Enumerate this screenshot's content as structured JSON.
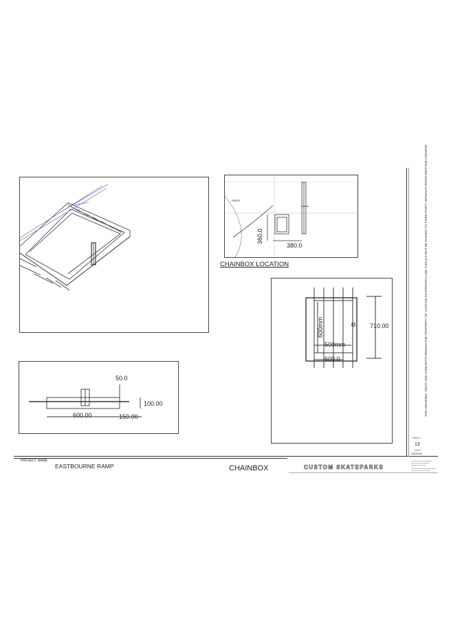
{
  "section_title": "CHAINBOX LOCATION",
  "arc_label": "R5000",
  "location_dims": {
    "height": "360.0",
    "width": "380.0"
  },
  "plan_dims": {
    "height": "710.00",
    "inner_height": "600mm",
    "inner_width": "500mm",
    "outer_width": "600.0"
  },
  "section_dims": {
    "top": "50.0",
    "depth": "100.00",
    "width": "600.00",
    "edge": "150.00"
  },
  "title_block": {
    "project_label": "PROJECT NAME",
    "project_name": "EASTBOURNE RAMP",
    "drawing_title": "CHAINBOX",
    "brand": "CUSTOM SKATEPARKS",
    "page_label": "PAGE #",
    "page_number": "13",
    "date_label": "DATE",
    "date": "23/09/16",
    "disclaimer": "THIS DRAWING, IDEAS AND CONCEPTS REMAIN THE PROPERTY OF CUSTOM SKATEPARKS AND SHOULD NOT BE PASSED TO THIRD PARTY WITHOUT PRIOR WRITTEN CONSENT"
  }
}
